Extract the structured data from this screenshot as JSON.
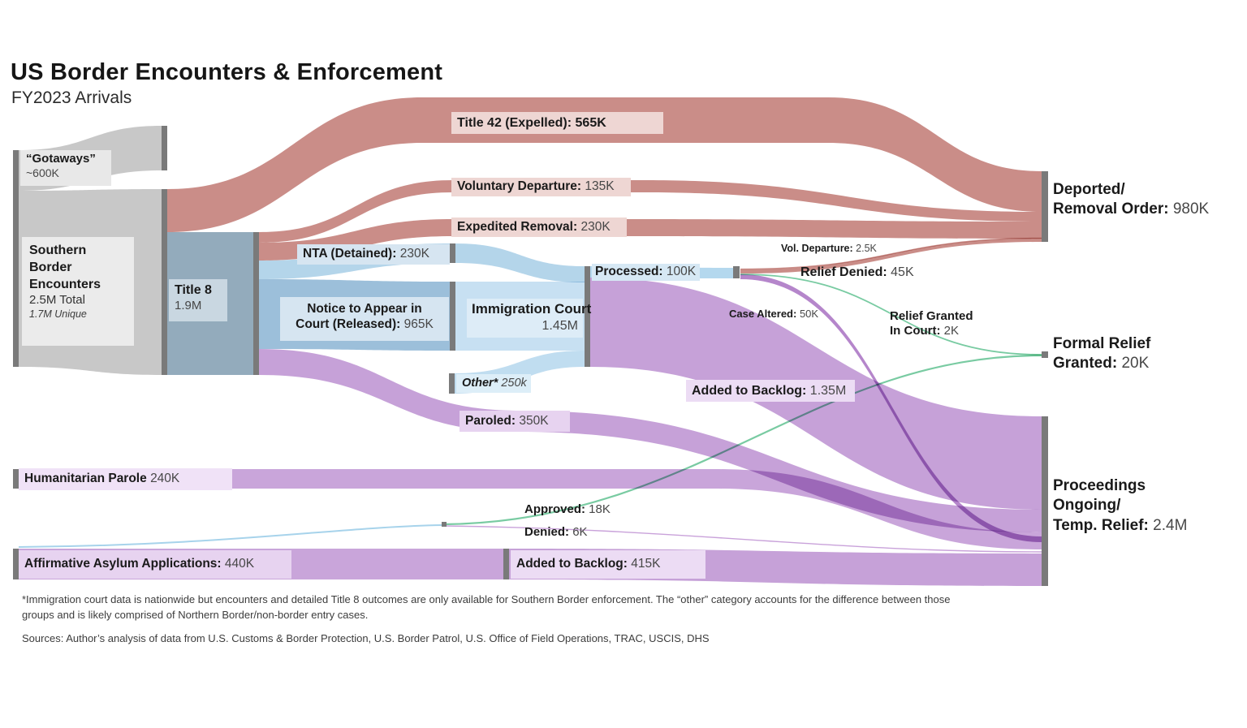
{
  "header": {
    "title": "US Border Encounters & Enforcement",
    "subtitle": "FY2023 Arrivals"
  },
  "labels": {
    "gotaways": {
      "name": "“Gotaways”",
      "value": "~600K"
    },
    "southern_border": {
      "name": "Southern Border Encounters",
      "total": "2.5M Total",
      "unique": "1.7M Unique"
    },
    "title8": {
      "name": "Title 8",
      "value": "1.9M"
    },
    "title42": {
      "name": "Title 42 (Expelled):",
      "value": "565K"
    },
    "voluntary_departure": {
      "name": "Voluntary Departure:",
      "value": "135K"
    },
    "expedited_removal": {
      "name": "Expedited Removal:",
      "value": "230K"
    },
    "nta_detained": {
      "name": "NTA (Detained):",
      "value": "230K"
    },
    "notice_to_appear": {
      "line1": "Notice to Appear in",
      "line2": "Court (Released):",
      "value": "965K"
    },
    "immigration_court": {
      "name": "Immigration Court",
      "value": "1.45M"
    },
    "other": {
      "name": "Other*",
      "value": "250k"
    },
    "processed": {
      "name": "Processed:",
      "value": "100K"
    },
    "vol_departure_small": {
      "name": "Vol. Departure:",
      "value": "2.5K"
    },
    "relief_denied": {
      "name": "Relief Denied:",
      "value": "45K"
    },
    "case_altered": {
      "name": "Case Altered:",
      "value": "50K"
    },
    "relief_granted_court": {
      "line1": "Relief Granted",
      "line2": "In Court:",
      "value": "2K"
    },
    "added_backlog_court": {
      "name": "Added to Backlog:",
      "value": "1.35M"
    },
    "paroled": {
      "name": "Paroled:",
      "value": "350K"
    },
    "humanitarian_parole": {
      "name": "Humanitarian Parole",
      "value": "240K"
    },
    "affirmative_asylum": {
      "name": "Affirmative Asylum Applications:",
      "value": "440K"
    },
    "added_backlog_asylum": {
      "name": "Added to Backlog:",
      "value": "415K"
    },
    "approved": {
      "name": "Approved:",
      "value": "18K"
    },
    "denied": {
      "name": "Denied:",
      "value": "6K"
    },
    "deported": {
      "line1": "Deported/",
      "line2": "Removal Order:",
      "value": "980K"
    },
    "formal_relief": {
      "line1": "Formal Relief",
      "line2": "Granted:",
      "value": "20K"
    },
    "proceedings": {
      "line1": "Proceedings",
      "line2": "Ongoing/",
      "line3": "Temp. Relief:",
      "value": "2.4M"
    }
  },
  "footnote": "*Immigration court data is nationwide but encounters and detailed Title 8 outcomes are only available for Southern Border enforcement. The “other” category accounts for the difference between those groups and is likely comprised of Northern Border/non-border entry cases.",
  "sources": "Sources: Author’s analysis of data from U.S. Customs & Border Protection, U.S. Border Patrol, U.S. Office of Field Operations, TRAC, USCIS, DHS",
  "colors": {
    "pink_flow": "#ca8d88",
    "gray_flow": "#c8c8c8",
    "title8_flow": "#93abbc",
    "light_blue_flow": "#b4d5ea",
    "steel_blue_flow": "#9cbfda",
    "court_block": "#c7e0f2",
    "purple_flow": "#c6a1d8",
    "case_altered_flow": "#ad79c5",
    "green_flow": "#79cba2",
    "pending_line": "#a7d3eb",
    "node_bar": "#7a7a7a"
  },
  "chart_data": {
    "type": "sankey",
    "title": "US Border Encounters & Enforcement",
    "subtitle": "FY2023 Arrivals",
    "units": "thousands of people (K = thousand, M = million)",
    "nodes": [
      {
        "name": "“Gotaways”",
        "value": 600,
        "note": "~600K, shown entering encounter junction, no outflow"
      },
      {
        "name": "Southern Border Encounters",
        "value": 2500,
        "note": "2.5M Total, 1.7M Unique"
      },
      {
        "name": "Title 42 (Expelled)",
        "value": 565
      },
      {
        "name": "Title 8",
        "value": 1900
      },
      {
        "name": "Voluntary Departure",
        "value": 135
      },
      {
        "name": "Expedited Removal",
        "value": 230
      },
      {
        "name": "NTA (Detained)",
        "value": 230
      },
      {
        "name": "Notice to Appear in Court (Released)",
        "value": 965
      },
      {
        "name": "Other*",
        "value": 250
      },
      {
        "name": "Immigration Court",
        "value": 1450
      },
      {
        "name": "Processed",
        "value": 100
      },
      {
        "name": "Added to Backlog (Court)",
        "value": 1350
      },
      {
        "name": "Vol. Departure",
        "value": 2.5
      },
      {
        "name": "Relief Denied",
        "value": 45
      },
      {
        "name": "Relief Granted In Court",
        "value": 2
      },
      {
        "name": "Case Altered",
        "value": 50
      },
      {
        "name": "Paroled",
        "value": 350
      },
      {
        "name": "Humanitarian Parole",
        "value": 240
      },
      {
        "name": "Affirmative Asylum Applications",
        "value": 440
      },
      {
        "name": "Approved",
        "value": 18
      },
      {
        "name": "Denied",
        "value": 6
      },
      {
        "name": "Added to Backlog (Asylum)",
        "value": 415
      },
      {
        "name": "Deported/Removal Order",
        "value": 980
      },
      {
        "name": "Formal Relief Granted",
        "value": 20
      },
      {
        "name": "Proceedings Ongoing/Temp. Relief",
        "value": 2400
      }
    ],
    "links": [
      {
        "source": "Southern Border Encounters",
        "target": "Title 42 (Expelled)",
        "value": 565
      },
      {
        "source": "Southern Border Encounters",
        "target": "Title 8",
        "value": 1900
      },
      {
        "source": "Title 8",
        "target": "Voluntary Departure",
        "value": 135
      },
      {
        "source": "Title 8",
        "target": "Expedited Removal",
        "value": 230
      },
      {
        "source": "Title 8",
        "target": "NTA (Detained)",
        "value": 230
      },
      {
        "source": "Title 8",
        "target": "Notice to Appear in Court (Released)",
        "value": 965
      },
      {
        "source": "Title 8",
        "target": "Paroled",
        "value": 350
      },
      {
        "source": "NTA (Detained)",
        "target": "Immigration Court",
        "value": 230
      },
      {
        "source": "Notice to Appear in Court (Released)",
        "target": "Immigration Court",
        "value": 965
      },
      {
        "source": "Other*",
        "target": "Immigration Court",
        "value": 250
      },
      {
        "source": "Immigration Court",
        "target": "Processed",
        "value": 100
      },
      {
        "source": "Immigration Court",
        "target": "Added to Backlog (Court)",
        "value": 1350
      },
      {
        "source": "Processed",
        "target": "Vol. Departure",
        "value": 2.5
      },
      {
        "source": "Processed",
        "target": "Relief Denied",
        "value": 45
      },
      {
        "source": "Processed",
        "target": "Relief Granted In Court",
        "value": 2
      },
      {
        "source": "Processed",
        "target": "Case Altered",
        "value": 50
      },
      {
        "source": "Title 42 (Expelled)",
        "target": "Deported/Removal Order",
        "value": 565
      },
      {
        "source": "Voluntary Departure",
        "target": "Deported/Removal Order",
        "value": 135
      },
      {
        "source": "Expedited Removal",
        "target": "Deported/Removal Order",
        "value": 230
      },
      {
        "source": "Vol. Departure",
        "target": "Deported/Removal Order",
        "value": 2.5
      },
      {
        "source": "Relief Denied",
        "target": "Deported/Removal Order",
        "value": 45
      },
      {
        "source": "Relief Granted In Court",
        "target": "Formal Relief Granted",
        "value": 2
      },
      {
        "source": "Approved",
        "target": "Formal Relief Granted",
        "value": 18
      },
      {
        "source": "Added to Backlog (Court)",
        "target": "Proceedings Ongoing/Temp. Relief",
        "value": 1350
      },
      {
        "source": "Case Altered",
        "target": "Proceedings Ongoing/Temp. Relief",
        "value": 50
      },
      {
        "source": "Paroled",
        "target": "Proceedings Ongoing/Temp. Relief",
        "value": 350
      },
      {
        "source": "Humanitarian Parole",
        "target": "Proceedings Ongoing/Temp. Relief",
        "value": 240
      },
      {
        "source": "Denied",
        "target": "Proceedings Ongoing/Temp. Relief",
        "value": 6
      },
      {
        "source": "Added to Backlog (Asylum)",
        "target": "Proceedings Ongoing/Temp. Relief",
        "value": 415
      },
      {
        "source": "Affirmative Asylum Applications",
        "target": "Added to Backlog (Asylum)",
        "value": 415
      },
      {
        "source": "Affirmative Asylum Applications",
        "target": "Approved",
        "value": 18
      },
      {
        "source": "Affirmative Asylum Applications",
        "target": "Denied",
        "value": 6
      }
    ],
    "legend_position": "none",
    "grid": false
  }
}
